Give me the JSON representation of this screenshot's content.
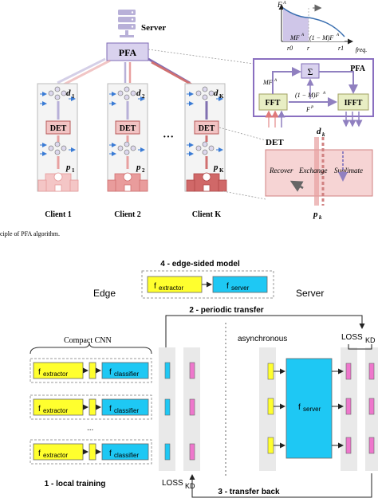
{
  "top": {
    "server_label": "Server",
    "pfa_label": "PFA",
    "clients": [
      {
        "name": "Client 1",
        "d": "d",
        "d_sub": "1",
        "p": "p",
        "p_sub": "1"
      },
      {
        "name": "Client 2",
        "d": "d",
        "d_sub": "2",
        "p": "p",
        "p_sub": "2"
      },
      {
        "name": "Client K",
        "d": "d",
        "d_sub": "K",
        "p": "p",
        "p_sub": "K"
      }
    ],
    "det_label": "DET",
    "ellipsis": "···",
    "caption": "ciple of PFA algorithm.",
    "freq_chart": {
      "y_label": "F",
      "y_sup": "A",
      "x_label": "freq.",
      "ticks": [
        "r0",
        "r",
        "r1"
      ],
      "area_label_1": "MF",
      "area_sup_1": "A",
      "area_label_2": "(1 − M)F",
      "area_sup_2": "A"
    },
    "pfa_detail": {
      "title": "PFA",
      "fft": "FFT",
      "ifft": "IFFT",
      "sum": "Σ",
      "mf": "MF",
      "mf_sup": "A",
      "one_minus_m": "(1 − M)F",
      "one_minus_m_sup": "A",
      "fp": "F",
      "fp_sup": "P"
    },
    "det_detail": {
      "title": "DET",
      "d": "d",
      "d_sub": "k",
      "p": "p",
      "p_sub": "k",
      "recover": "Recover",
      "exchange": "Exchange",
      "sublimate": "Sublimate"
    }
  },
  "bottom": {
    "edge_model_title": "4 - edge-sided model",
    "f_extractor": "f",
    "f_extractor_sub": "extractor",
    "f_server": "f",
    "f_server_sub": "server",
    "f_classifier": "f",
    "f_classifier_sub": "classifier",
    "edge_label": "Edge",
    "server_label": "Server",
    "periodic_transfer": "2 - periodic transfer",
    "compact_cnn": "Compact CNN",
    "asynchronous": "asynchronous",
    "loss_kd": "LOSS",
    "loss_kd_sub": "KD",
    "dots": "...",
    "local_training": "1 - local training",
    "transfer_back": "3 - transfer back"
  },
  "colors": {
    "lavender": "#d9d2ee",
    "pfa_border": "#7f6bb5",
    "det_pink": "#f2c4c4",
    "det_border": "#b85a5a",
    "yellow": "#ffff2e",
    "cyan": "#1ec8f4",
    "magenta": "#ee77cc",
    "gray_col": "#e9e9e9"
  }
}
